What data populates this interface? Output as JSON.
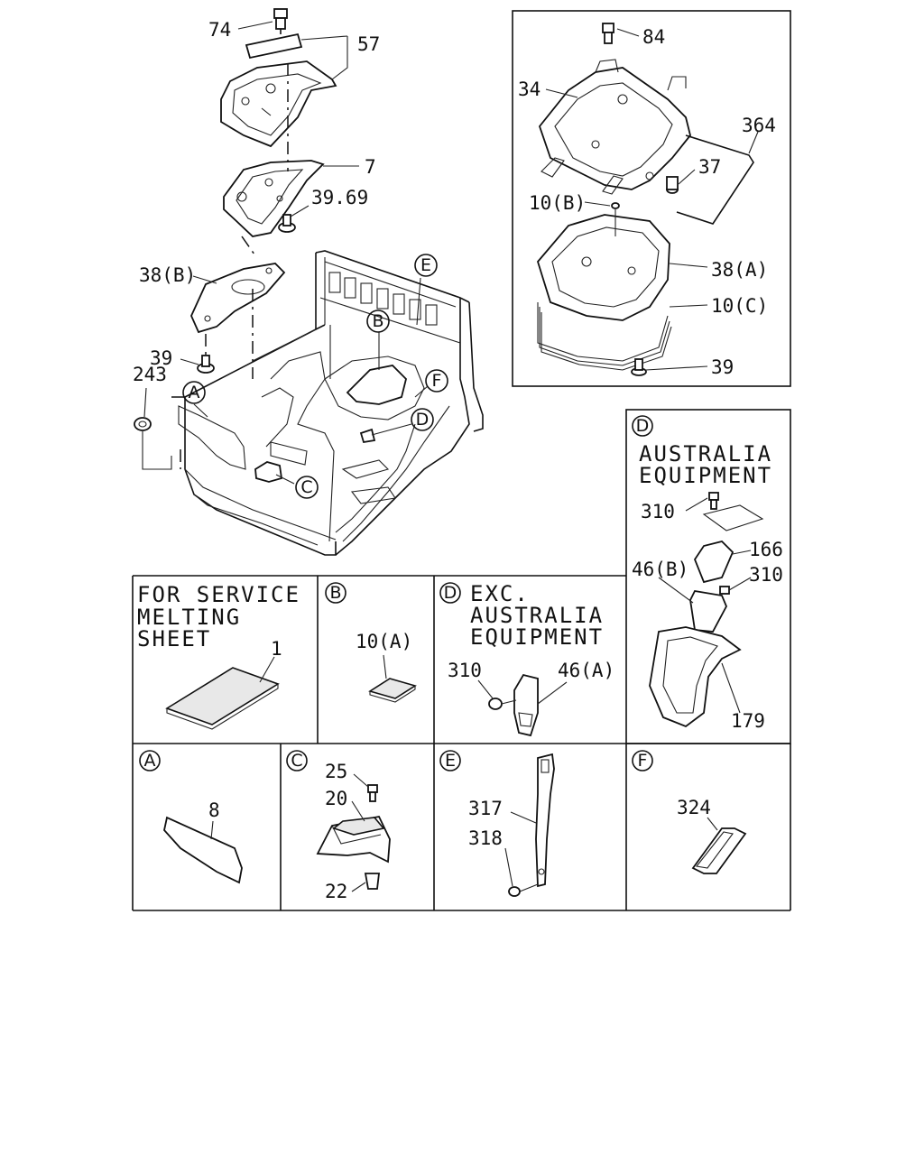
{
  "callouts": {
    "c74": "74",
    "c57": "57",
    "c7": "7",
    "c3969": "39.69",
    "c38b": "38(B)",
    "c39a": "39",
    "c243": "243",
    "c84": "84",
    "c34": "34",
    "c364": "364",
    "c37": "37",
    "c10b": "10(B)",
    "c38a": "38(A)",
    "c10c": "10(C)",
    "c39b": "39",
    "c310a": "310",
    "c166": "166",
    "c46b": "46(B)",
    "c310b": "310",
    "c179": "179",
    "c1": "1",
    "c10a": "10(A)",
    "c310c": "310",
    "c46a": "46(A)",
    "c8": "8",
    "c25": "25",
    "c20": "20",
    "c22": "22",
    "c317": "317",
    "c318": "318",
    "c324": "324"
  },
  "refs": {
    "A": "A",
    "B": "B",
    "C": "C",
    "D": "D",
    "E": "E",
    "F": "F"
  },
  "panels": {
    "service": {
      "line1": "FOR SERVICE",
      "line2": "MELTING",
      "line3": "SHEET"
    },
    "exc": {
      "line1": "EXC.",
      "line2": "AUSTRALIA",
      "line3": "EQUIPMENT"
    },
    "aus": {
      "line1": "AUSTRALIA",
      "line2": "EQUIPMENT"
    }
  }
}
